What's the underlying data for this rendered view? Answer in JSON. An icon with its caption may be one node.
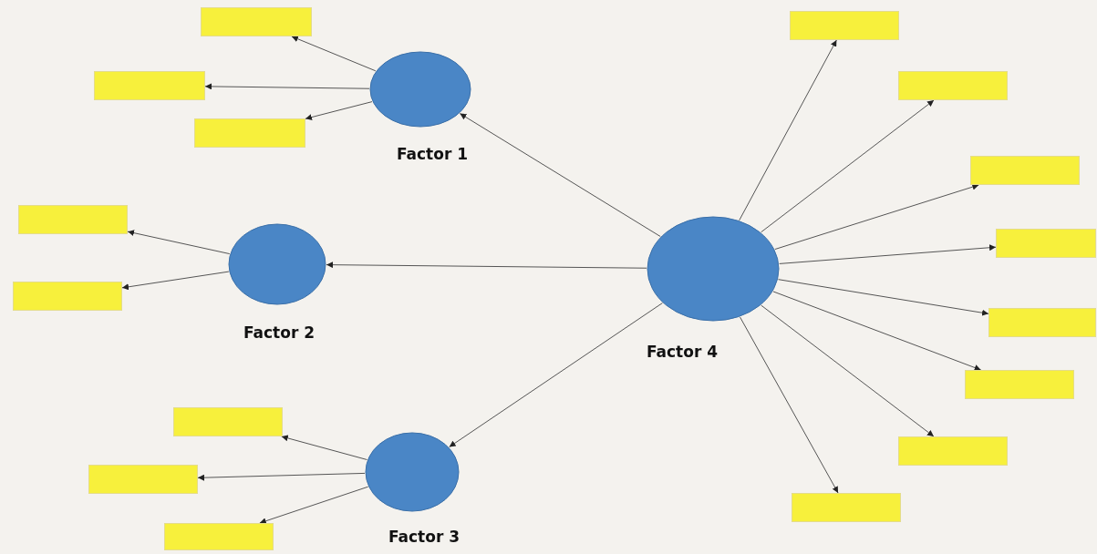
{
  "diagram": {
    "nodes": [
      {
        "text": [
          "Factor 1"
        ]
      },
      {
        "text": [],
        "shape": "box"
      },
      {
        "text": [],
        "shape": "box"
      },
      {
        "text": [],
        "shape": "box"
      },
      {
        "text": [
          "Factor 2"
        ]
      },
      {
        "text": [],
        "shape": "box"
      },
      {
        "text": [],
        "shape": "box"
      },
      {
        "text": [
          "Factor 3"
        ]
      },
      {
        "text": [],
        "shape": "box"
      },
      {
        "text": [],
        "shape": "box"
      },
      {
        "text": [],
        "shape": "box"
      },
      {
        "text": [
          "Factor 4"
        ]
      },
      {
        "text": [],
        "shape": "box"
      },
      {
        "text": [],
        "shape": "box"
      },
      {
        "text": [],
        "shape": "box"
      },
      {
        "text": [],
        "shape": "box"
      },
      {
        "text": [],
        "shape": "box"
      },
      {
        "text": [],
        "shape": "box"
      },
      {
        "text": [],
        "shape": "box"
      },
      {
        "text": [],
        "shape": "box"
      }
    ],
    "edges": [
      {
        "from": 0,
        "to": 1,
        "arrow": "to"
      },
      {
        "from": 0,
        "to": 2,
        "arrow": "to"
      },
      {
        "from": 0,
        "to": 3,
        "arrow": "to"
      },
      {
        "from": 4,
        "to": 5,
        "arrow": "to"
      },
      {
        "from": 4,
        "to": 6,
        "arrow": "to"
      },
      {
        "from": 7,
        "to": 8,
        "arrow": "to"
      },
      {
        "from": 7,
        "to": 9,
        "arrow": "to"
      },
      {
        "from": 7,
        "to": 10,
        "arrow": "to"
      },
      {
        "from": 11,
        "to": 0,
        "arrow": "to"
      },
      {
        "from": 11,
        "to": 4,
        "arrow": "to"
      },
      {
        "from": 11,
        "to": 7,
        "arrow": "to"
      },
      {
        "from": 11,
        "to": 12,
        "arrow": "to"
      },
      {
        "from": 11,
        "to": 13,
        "arrow": "to"
      },
      {
        "from": 11,
        "to": 14,
        "arrow": "to"
      },
      {
        "from": 11,
        "to": 15,
        "arrow": "to"
      },
      {
        "from": 11,
        "to": 16,
        "arrow": "to"
      },
      {
        "from": 11,
        "to": 17,
        "arrow": "to"
      },
      {
        "from": 11,
        "to": 18,
        "arrow": "to"
      },
      {
        "from": 11,
        "to": 19,
        "arrow": "to"
      }
    ]
  }
}
